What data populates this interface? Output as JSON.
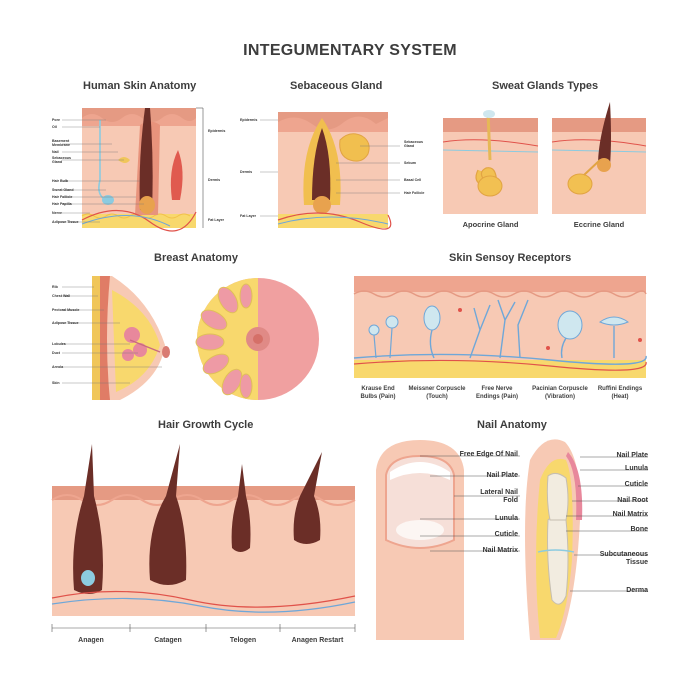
{
  "title": "INTEGUMENTARY SYSTEM",
  "sections": {
    "skin": {
      "title": "Human Skin Anatomy",
      "left_labels": [
        "Pore",
        "Oil",
        "Basement Membrane",
        "Nail",
        "Sebaceous Gland",
        "Hair Bulb",
        "Sweat Gland",
        "Hair Follicle",
        "Hair Papilla",
        "Nerve",
        "Adipose Tissue"
      ],
      "right_labels": [
        "Epidermis",
        "Dermis",
        "Fat Layer"
      ]
    },
    "sebaceous": {
      "title": "Sebaceous Gland",
      "left_labels": [
        "Epidermis",
        "Dermis",
        "Fat Layer"
      ],
      "right_labels": [
        "Sebaceous Gland",
        "Sebum",
        "Basal Cell",
        "Hair Follicle"
      ]
    },
    "sweat": {
      "title": "Sweat Glands Types",
      "captions": [
        "Apocrine Gland",
        "Eccrine Gland"
      ]
    },
    "breast": {
      "title": "Breast Anatomy",
      "labels": [
        "Rib",
        "Chest Wall",
        "Pectoral Muscle",
        "Adipose Tissue",
        "Lobules",
        "Duct",
        "Areola",
        "Skin"
      ]
    },
    "receptors": {
      "title": "Skin Sensoy Receptors",
      "captions": [
        {
          "line1": "Krause End",
          "line2": "Bulbs (Pain)"
        },
        {
          "line1": "Meissner Corpuscle",
          "line2": "(Touch)"
        },
        {
          "line1": "Free Nerve",
          "line2": "Endings (Pain)"
        },
        {
          "line1": "Pacinian Corpuscle",
          "line2": "(Vibration)"
        },
        {
          "line1": "Ruffini Endings",
          "line2": "(Heat)"
        }
      ]
    },
    "hair": {
      "title": "Hair Growth Cycle",
      "stages": [
        "Anagen",
        "Catagen",
        "Telogen",
        "Anagen Restart"
      ]
    },
    "nail": {
      "title": "Nail Anatomy",
      "left_labels": [
        {
          "line1": "Free Edge Of Nail",
          "line2": ""
        },
        {
          "line1": "Nail Plate",
          "line2": ""
        },
        {
          "line1": "Lateral Nail",
          "line2": "Fold"
        },
        {
          "line1": "Lunula",
          "line2": ""
        },
        {
          "line1": "Cuticle",
          "line2": ""
        },
        {
          "line1": "Nail Matrix",
          "line2": ""
        }
      ],
      "right_labels": [
        {
          "line1": "Nail Plate",
          "line2": ""
        },
        {
          "line1": "Lunula",
          "line2": ""
        },
        {
          "line1": "Cuticle",
          "line2": ""
        },
        {
          "line1": "Nail Root",
          "line2": ""
        },
        {
          "line1": "Nail Matrix",
          "line2": ""
        },
        {
          "line1": "Bone",
          "line2": ""
        },
        {
          "line1": "Subcutaneous",
          "line2": "Tissue"
        },
        {
          "line1": "Derma",
          "line2": ""
        }
      ]
    }
  },
  "colors": {
    "skin_light": "#f7c9b4",
    "skin_mid": "#eea58f",
    "skin_dark": "#e08873",
    "fat": "#f8d86d",
    "hair": "#6b2e27",
    "nerve": "#8ccbe0",
    "vessel": "#e0524a"
  }
}
